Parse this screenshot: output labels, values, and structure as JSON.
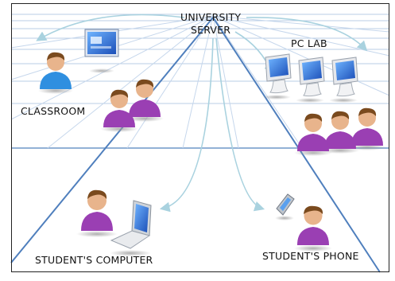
{
  "labels": {
    "server_line1": "UNIVERSITY",
    "server_line2": "SERVER",
    "pc_lab": "PC LAB",
    "classroom": "CLASSROOM",
    "student_computer": "STUDENT'S COMPUTER",
    "student_phone": "STUDENT'S PHONE"
  },
  "icons": {
    "teacher": "person-blue-icon",
    "student": "person-purple-icon",
    "monitor": "presentation-screen-icon",
    "desktop": "desktop-computer-icon",
    "laptop": "laptop-icon",
    "phone": "mobile-phone-icon"
  },
  "colors": {
    "grid_line": "#8fb0d8",
    "road_line": "#4a77b4",
    "arrow": "#a9d2df",
    "student_shirt": "#9a3fb3",
    "teacher_shirt": "#2f8fe0",
    "skin": "#e8b48c",
    "hair": "#7a4a1e"
  }
}
